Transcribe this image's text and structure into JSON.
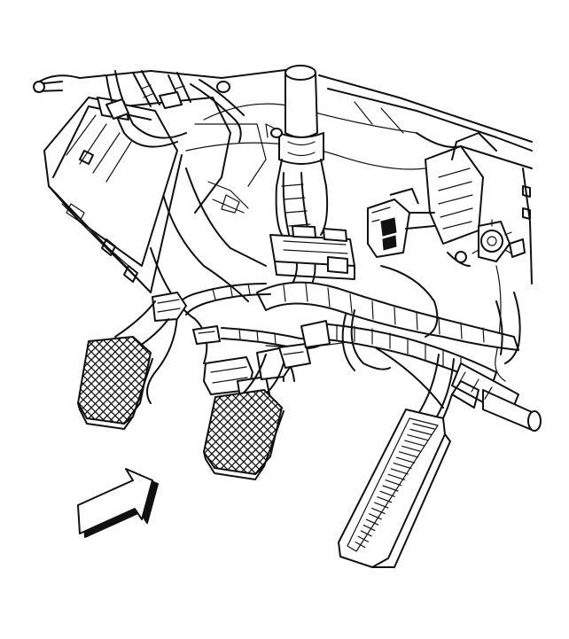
{
  "figure": {
    "colors": {
      "line": "#111111",
      "background": "#ffffff"
    },
    "elements": [
      "brake-pedal",
      "clutch-pedal",
      "accelerator-pedal",
      "steering-column",
      "instrument-panel-wiring-harness",
      "harness-connectors",
      "body-control-module",
      "view-direction-arrow-icon"
    ]
  }
}
